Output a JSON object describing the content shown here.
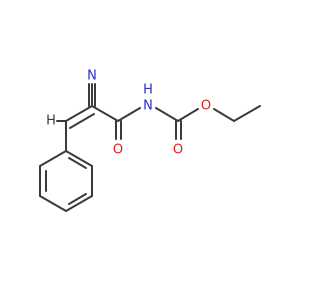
{
  "structure": {
    "atoms": {
      "nitrile_n": "N",
      "amide_nh_h": "H",
      "amide_nh_n": "N",
      "ester_o": "O",
      "vinyl_h": "H",
      "amide_o": "O",
      "carbamate_o": "O"
    },
    "colors": {
      "bond": "#3a3a3a",
      "oxygen": "#e02020",
      "nitrogen": "#2a2ad0"
    }
  }
}
